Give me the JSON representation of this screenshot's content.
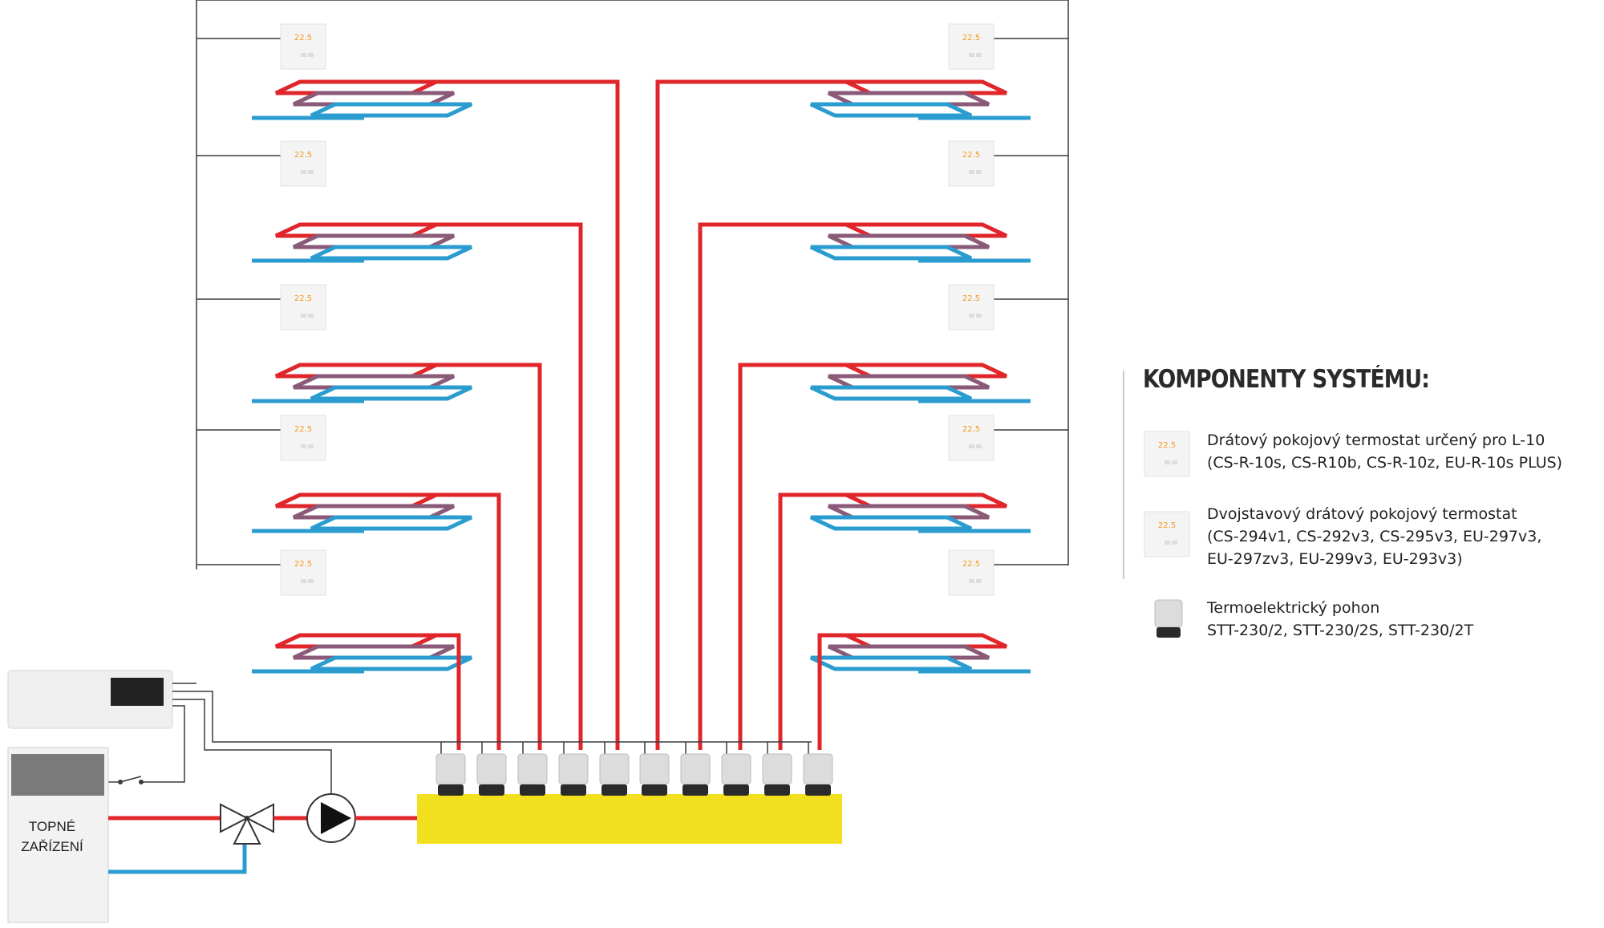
{
  "thermostat_display": "22.5",
  "heat_source_label": [
    "TOPNÉ",
    "ZAŘÍZENÍ"
  ],
  "legend": {
    "title": "KOMPONENTY SYSTÉMU:",
    "items": [
      {
        "icon": "wired-room-thermostat-icon",
        "lines": [
          "Drátový pokojový termostat určený pro L-10",
          "(CS-R-10s, CS-R10b, CS-R-10z, EU-R-10s PLUS)"
        ]
      },
      {
        "icon": "two-state-thermostat-icon",
        "lines": [
          "Dvojstavový drátový pokojový termostat",
          "(CS-294v1, CS-292v3, CS-295v3, EU-297v3,",
          "EU-297zv3, EU-299v3, EU-293v3)"
        ]
      },
      {
        "icon": "thermoelectric-actuator-icon",
        "lines": [
          "Termoelektrický pohon",
          "STT-230/2, STT-230/2S, STT-230/2T"
        ]
      }
    ]
  },
  "colors": {
    "supply": "#e0262a",
    "return": "#2b9ccf",
    "mid": "#8a5a78",
    "manifold": "#f2e01e",
    "wire": "#555555"
  }
}
